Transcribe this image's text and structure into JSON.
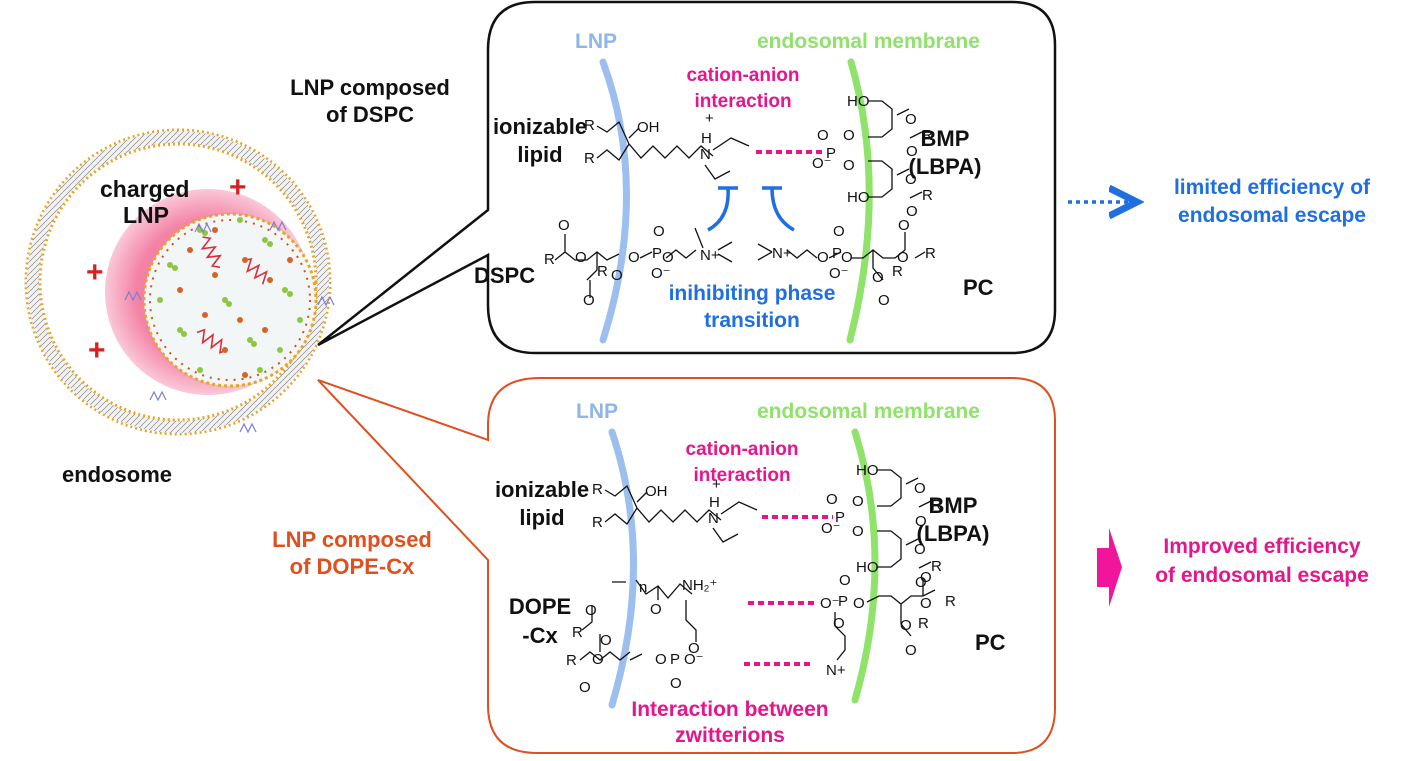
{
  "left": {
    "title_dspc": [
      "LNP composed",
      "of DSPC"
    ],
    "title_dope": [
      "LNP composed",
      "of DOPE-Cx"
    ],
    "charged_lnp": [
      "charged",
      "LNP"
    ],
    "endosome": "endosome",
    "plus": "+"
  },
  "panel_top": {
    "lnp_label": "LNP",
    "membrane_label": "endosomal membrane",
    "interaction": [
      "cation-anion",
      "interaction"
    ],
    "ionizable": [
      "ionizable",
      "lipid"
    ],
    "bmp": [
      "BMP",
      "(LBPA)"
    ],
    "dspc": "DSPC",
    "pc": "PC",
    "inhibit": [
      "inihibiting phase",
      "transition"
    ],
    "outcome": [
      "limited efficiency of",
      "endosomal escape"
    ]
  },
  "panel_bottom": {
    "lnp_label": "LNP",
    "membrane_label": "endosomal membrane",
    "interaction": [
      "cation-anion",
      "interaction"
    ],
    "ionizable": [
      "ionizable",
      "lipid"
    ],
    "bmp": [
      "BMP",
      "(LBPA)"
    ],
    "dope": [
      "DOPE",
      "-Cx"
    ],
    "pc": "PC",
    "zwitter": [
      "Interaction between",
      "zwitterions"
    ],
    "outcome": [
      "Improved efficiency",
      "of endosomal escape"
    ]
  },
  "chem": {
    "R": "R",
    "OH": "OH",
    "HO": "HO",
    "H": "H",
    "N": "N",
    "O": "O",
    "P": "P",
    "Nplus": "N+",
    "NH2plus": "NH₂⁺",
    "Ominus": "O⁻",
    "n": "n",
    "plus_small": "+"
  },
  "colors": {
    "black": "#111111",
    "lnp_blue": "#8fb6ea",
    "membrane_green": "#8fe26a",
    "magenta": "#e5158c",
    "blue_text": "#1f6fe0",
    "orange": "#e0501e",
    "red_plus": "#d91f1f",
    "pink_halo": "#f27aa0"
  }
}
